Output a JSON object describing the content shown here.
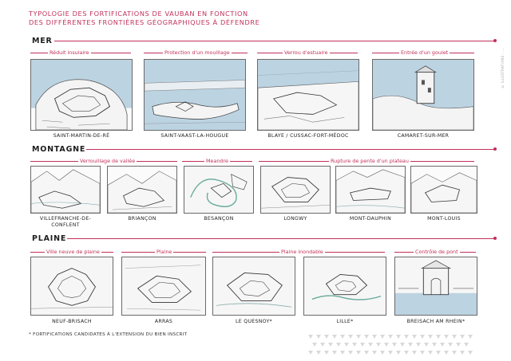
{
  "title": {
    "line1": "TYPOLOGIE DES FORTIFICATIONS DE VAUBAN EN FONCTION",
    "line2": "DES DIFFÉRENTES FRONTIÈRES GÉOGRAPHIQUES À DÉFENDRE"
  },
  "sections": {
    "mer": "MER",
    "montagne": "MONTAGNE",
    "plaine": "PLAINE"
  },
  "mer": {
    "categories": [
      "Réduit insulaire",
      "Protection d'un mouillage",
      "Verrou d'estuaire",
      "Entrée d'un goulet"
    ],
    "places": [
      "SAINT-MARTIN-DE-RÉ",
      "SAINT-VAAST-LA-HOUGUE",
      "BLAYE / CUSSAC-FORT-MÉDOC",
      "CAMARET-SUR-MER"
    ]
  },
  "montagne": {
    "categories": [
      "Verrouillage de vallée",
      "Meandre",
      "Rupture de pente d'un plateau"
    ],
    "places": [
      "VILLEFRANCHE-DE-CONFLENT",
      "BRIANÇON",
      "BESANÇON",
      "LONGWY",
      "MONT-DAUPHIN",
      "MONT-LOUIS"
    ]
  },
  "plaine": {
    "categories": [
      "Ville neuve de plaine",
      "Plaine",
      "Plaine inondable",
      "Contrôle de pont"
    ],
    "places": [
      "NEUF-BRISACH",
      "ARRAS",
      "LE QUESNOY*",
      "LILLE*",
      "BREISACH AM RHEIN*"
    ]
  },
  "footnote": "* FORTIFICATIONS CANDIDATES À L'EXTENSION DU BIEN INSCRIT",
  "credit": "© ILLUSTRATIONS : ...",
  "colors": {
    "accent": "#c0305a",
    "water": "#bcd3e2",
    "ink": "#4a4a4a"
  }
}
